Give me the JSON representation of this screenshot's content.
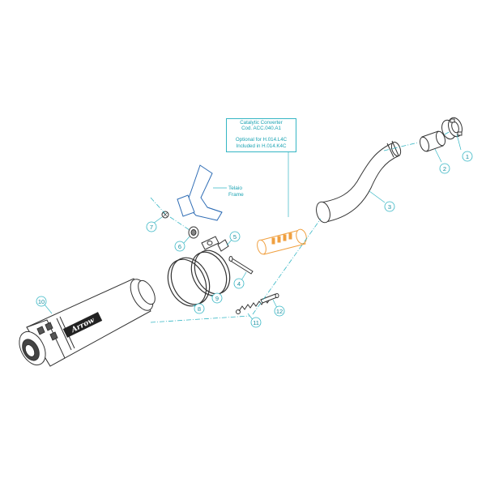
{
  "callout": {
    "line1": "Catalytic Converter",
    "line2": "Cod. ACC.040.A1",
    "line3": "Optional for H.014.L4C",
    "line4": "Included in H.014.K4C"
  },
  "frame_label": {
    "line1": "Telaio",
    "line2": "Frame"
  },
  "muffler_brand": "Arrow",
  "part_numbers": {
    "p1": "1",
    "p2": "2",
    "p3": "3",
    "p4": "4",
    "p5": "5",
    "p6": "6",
    "p7": "7",
    "p8": "8",
    "p9": "9",
    "p10": "10",
    "p11": "11",
    "p12": "12"
  },
  "colors": {
    "outline": "#333333",
    "leader": "#35b6c4",
    "catalyst": "#f0a040",
    "frame": "#2f6db5"
  }
}
